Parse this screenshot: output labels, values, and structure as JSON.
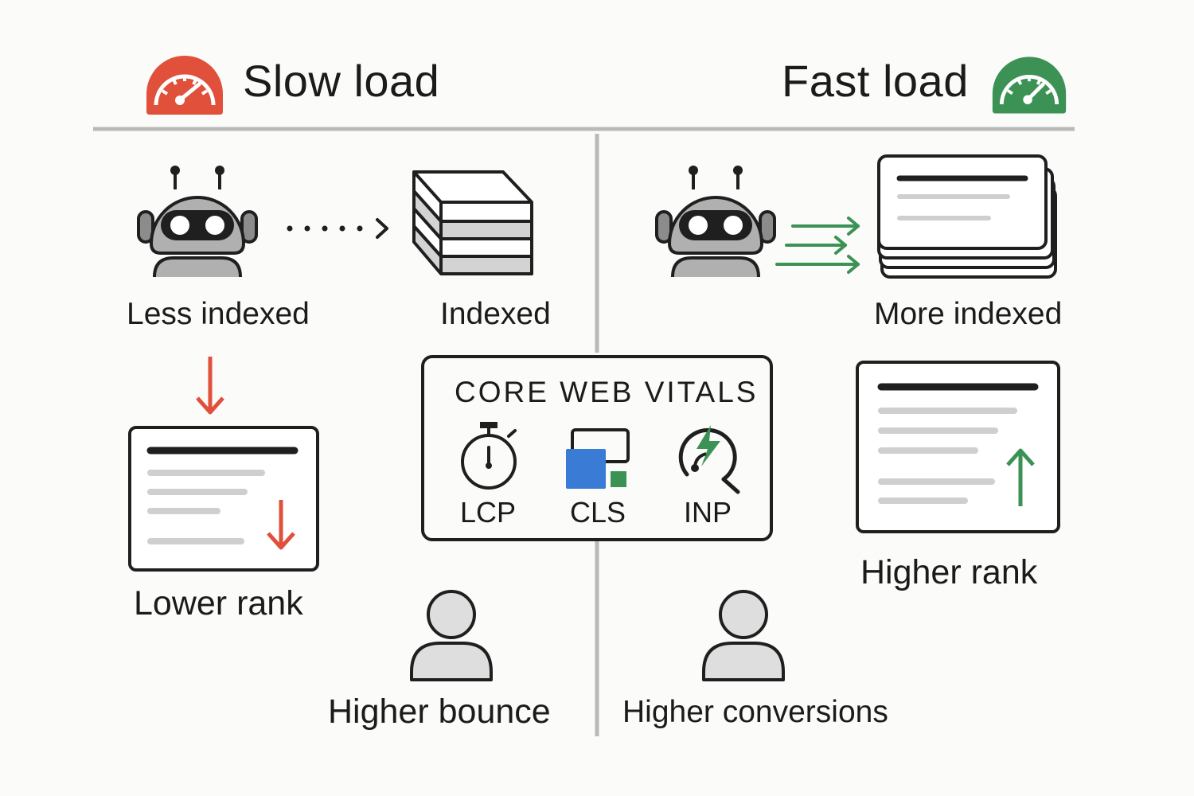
{
  "slow": {
    "title": "Slow load",
    "bot_label": "Less indexed",
    "index_label": "Indexed",
    "rank_label": "Lower rank",
    "user_label": "Higher bounce"
  },
  "fast": {
    "title": "Fast load",
    "bot_label": "More indexed",
    "rank_label": "Higher rank",
    "user_label": "Higher conversions"
  },
  "core_web_vitals": {
    "title": "CORE WEB VITALS",
    "metrics": [
      {
        "label": "LCP",
        "icon": "stopwatch-icon"
      },
      {
        "label": "CLS",
        "icon": "layout-shift-icon"
      },
      {
        "label": "INP",
        "icon": "interaction-icon"
      }
    ]
  },
  "colors": {
    "slow": "#e0503b",
    "fast": "#3b9254",
    "cls_blue": "#3a7bd5",
    "cls_green": "#3b9254",
    "divider": "#b9b9b9",
    "robot_gray": "#b0b0b0",
    "line_gray": "#cfcfcf"
  }
}
